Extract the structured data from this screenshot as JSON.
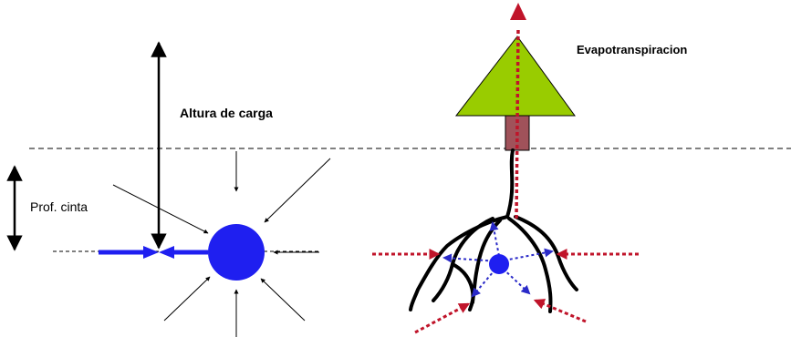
{
  "labels": {
    "altura_de_carga": "Altura de carga",
    "evapotranspiracion": "Evapotranspiracion",
    "prof_cinta": "Prof. cinta"
  },
  "colors": {
    "ground_line": "#000000",
    "emitter": "#1f1ff0",
    "tree_crown": "#99cc00",
    "tree_trunk": "#a0525a",
    "root_flow": "#c0142a",
    "soil_flow": "#2a2ac8"
  }
}
